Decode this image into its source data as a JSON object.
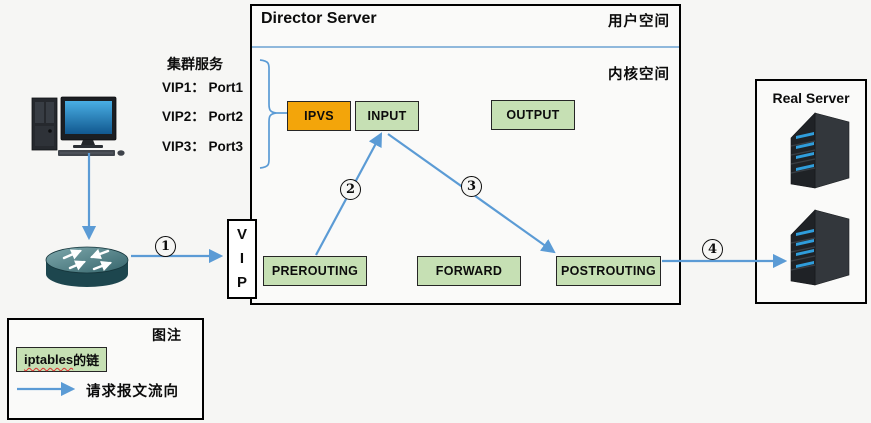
{
  "page": {
    "background": "#f6f6f4"
  },
  "director": {
    "title": "Director Server",
    "user_space": "用户空间",
    "kernel_space": "内核空间"
  },
  "cluster": {
    "title": "集群服务",
    "vip1": "VIP1： Port1",
    "vip2": "VIP2： Port2",
    "vip3": "VIP3： Port3"
  },
  "chains": {
    "ipvs": "IPVS",
    "input": "INPUT",
    "output": "OUTPUT",
    "prerouting": "PREROUTING",
    "forward": "FORWARD",
    "postrouting": "POSTROUTING"
  },
  "vip": {
    "l1": "V",
    "l2": "I",
    "l3": "P"
  },
  "real_server": {
    "title": "Real Server"
  },
  "steps": {
    "s1": "1",
    "s2": "2",
    "s3": "3",
    "s4": "4"
  },
  "legend": {
    "title": "图注",
    "chain_code": "iptables",
    "chain_suffix": "的链",
    "flow": "请求报文流向"
  },
  "colors": {
    "arrow_blue": "#5B9BD5",
    "chain_green": "#C6E0B4",
    "ipvs_orange": "#F3A50A",
    "divider_blue": "#8fb8dc",
    "box_border": "#000000",
    "server_led_blue": "#2f9ddb"
  }
}
